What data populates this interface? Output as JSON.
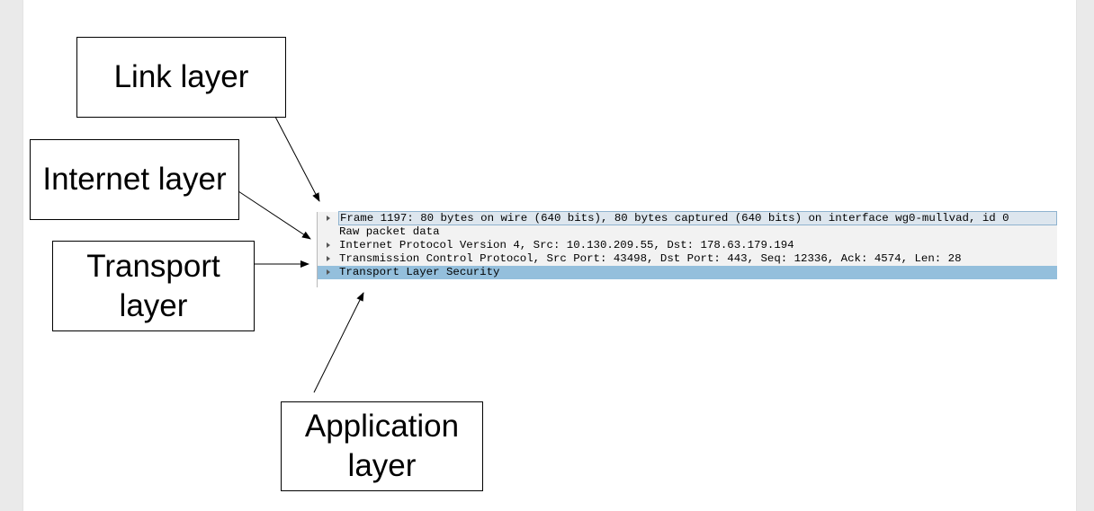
{
  "labels": {
    "link": "Link layer",
    "internet": "Internet layer",
    "transport_line1": "Transport",
    "transport_line2": "layer",
    "application_line1": "Application",
    "application_line2": "layer"
  },
  "packet_tree": [
    {
      "text": "Frame 1197: 80 bytes on wire (640 bits), 80 bytes captured (640 bits) on interface wg0-mullvad, id 0",
      "expandable": true
    },
    {
      "text": "Raw packet data",
      "expandable": false
    },
    {
      "text": "Internet Protocol Version 4, Src: 10.130.209.55, Dst: 178.63.179.194",
      "expandable": true
    },
    {
      "text": "Transmission Control Protocol, Src Port: 43498, Dst Port: 443, Seq: 12336, Ack: 4574, Len: 28",
      "expandable": true
    },
    {
      "text": "Transport Layer Security",
      "expandable": true,
      "selected": true
    }
  ]
}
